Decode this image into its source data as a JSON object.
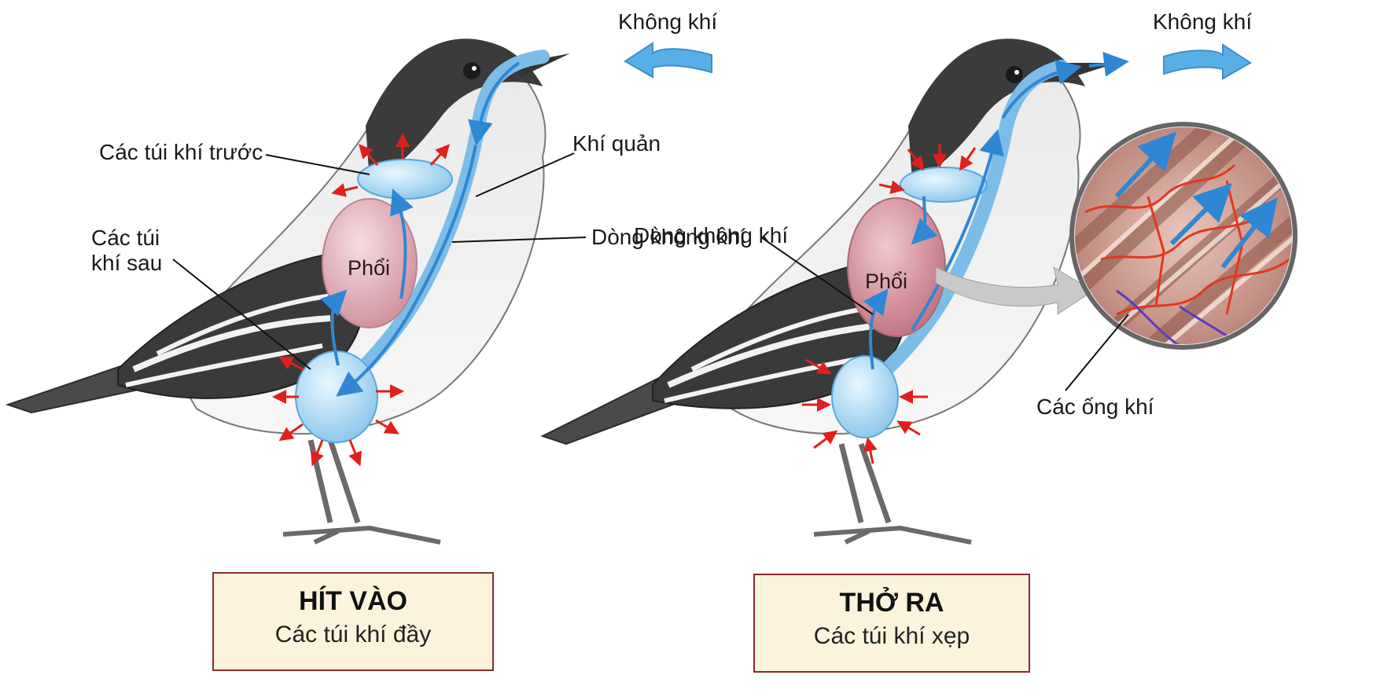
{
  "panels": [
    {
      "id": "inhale",
      "air_label": "Không khí",
      "anterior_sacs_label": "Các túi khí trước",
      "trachea_label": "Khí quản",
      "posterior_sacs_label_line1": "Các túi",
      "posterior_sacs_label_line2": "khí sau",
      "airflow_label": "Dòng không khí",
      "lung_label": "Phổi",
      "caption_title": "HÍT VÀO",
      "caption_subtitle": "Các túi khí đầy",
      "arrow_direction": "inward"
    },
    {
      "id": "exhale",
      "air_label": "Không khí",
      "airflow_label": "Dòng không khí",
      "lung_label": "Phổi",
      "parabronchi_label": "Các ống khí",
      "caption_title": "THỞ RA",
      "caption_subtitle": "Các túi khí xẹp",
      "arrow_direction": "outward"
    }
  ],
  "colors": {
    "air_arrow": "#3f9be0",
    "pressure_arrow": "#e0201c",
    "air_sac": "#bfe3f5",
    "lung": "#e8b6c0",
    "caption_border": "#8b2a2a",
    "caption_fill": "#fbf3dc"
  }
}
